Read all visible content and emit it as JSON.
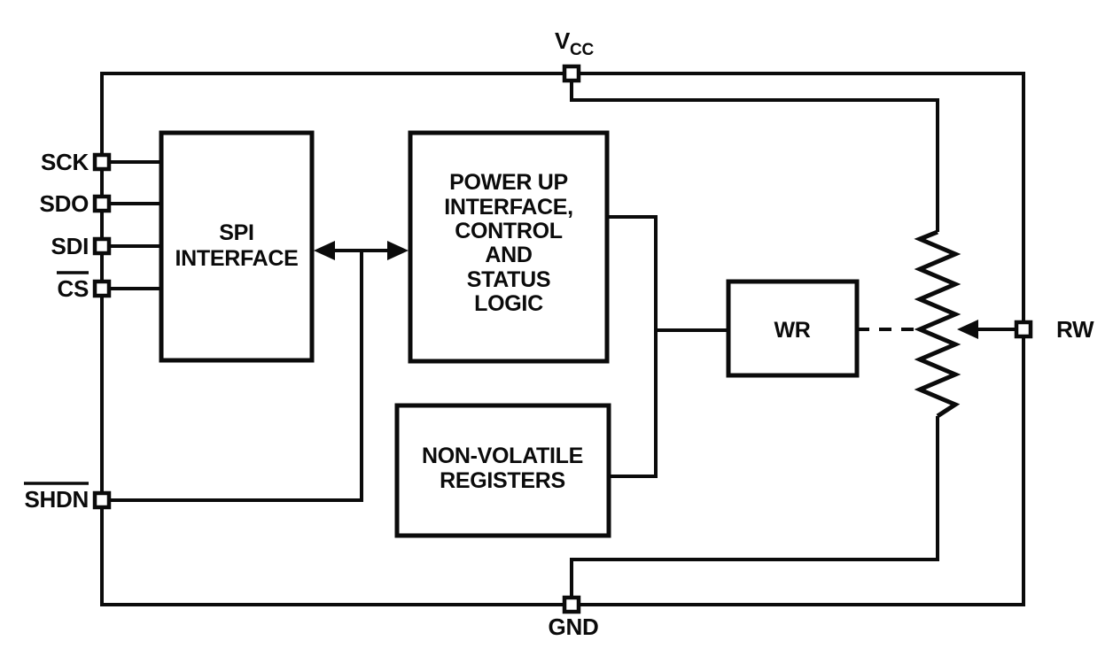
{
  "diagram": {
    "colors": {
      "ink": "#0b0b0b",
      "background": "#ffffff"
    },
    "pins": {
      "vcc": {
        "main": "V",
        "sub": "CC"
      },
      "sck": {
        "label": "SCK"
      },
      "sdo": {
        "label": "SDO"
      },
      "sdi": {
        "label": "SDI"
      },
      "cs": {
        "label": "CS",
        "overline": true
      },
      "shdn": {
        "label": "SHDN",
        "overline": true
      },
      "gnd": {
        "label": "GND"
      },
      "rw": {
        "label": "RW"
      }
    },
    "blocks": {
      "spi": {
        "lines": [
          "SPI",
          "INTERFACE"
        ]
      },
      "power_up": {
        "lines": [
          "POWER UP",
          "INTERFACE,",
          "CONTROL",
          "AND",
          "STATUS",
          "LOGIC"
        ]
      },
      "nonvolatile": {
        "lines": [
          "NON-VOLATILE",
          "REGISTERS"
        ]
      },
      "wr": {
        "label": "WR"
      }
    }
  }
}
